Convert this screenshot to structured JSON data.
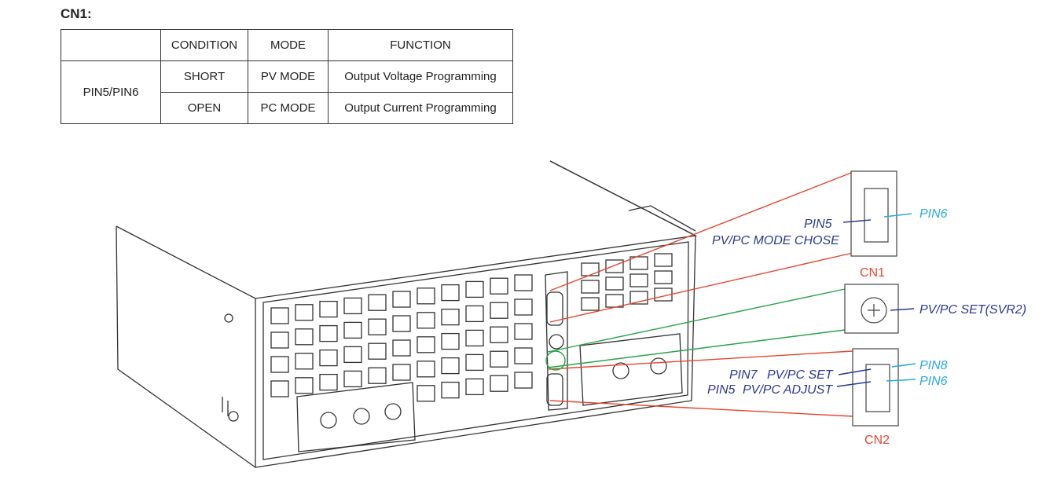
{
  "title": "CN1:",
  "table": {
    "headers": [
      "",
      "CONDITION",
      "MODE",
      "FUNCTION"
    ],
    "row_label": "PIN5/PIN6",
    "rows": [
      {
        "condition": "SHORT",
        "mode": "PV MODE",
        "function": "Output Voltage Programming"
      },
      {
        "condition": "OPEN",
        "mode": "PC MODE",
        "function": "Output Current Programming"
      }
    ]
  },
  "diagram": {
    "cn1": {
      "name": "CN1",
      "pin5": "PIN5",
      "pin6": "PIN6",
      "desc": "PV/PC MODE CHOSE"
    },
    "svr2": {
      "label": "PV/PC SET(SVR2)"
    },
    "cn2": {
      "name": "CN2",
      "pin7": "PIN7",
      "pin7_desc": "PV/PC SET",
      "pin5": "PIN5",
      "pin5_desc": "PV/PC ADJUST",
      "pin8": "PIN8",
      "pin6": "PIN6"
    },
    "colors": {
      "red": "#e8452f",
      "green": "#2aa34a",
      "dark_blue": "#2b3990",
      "light_blue": "#29a8e0"
    }
  }
}
